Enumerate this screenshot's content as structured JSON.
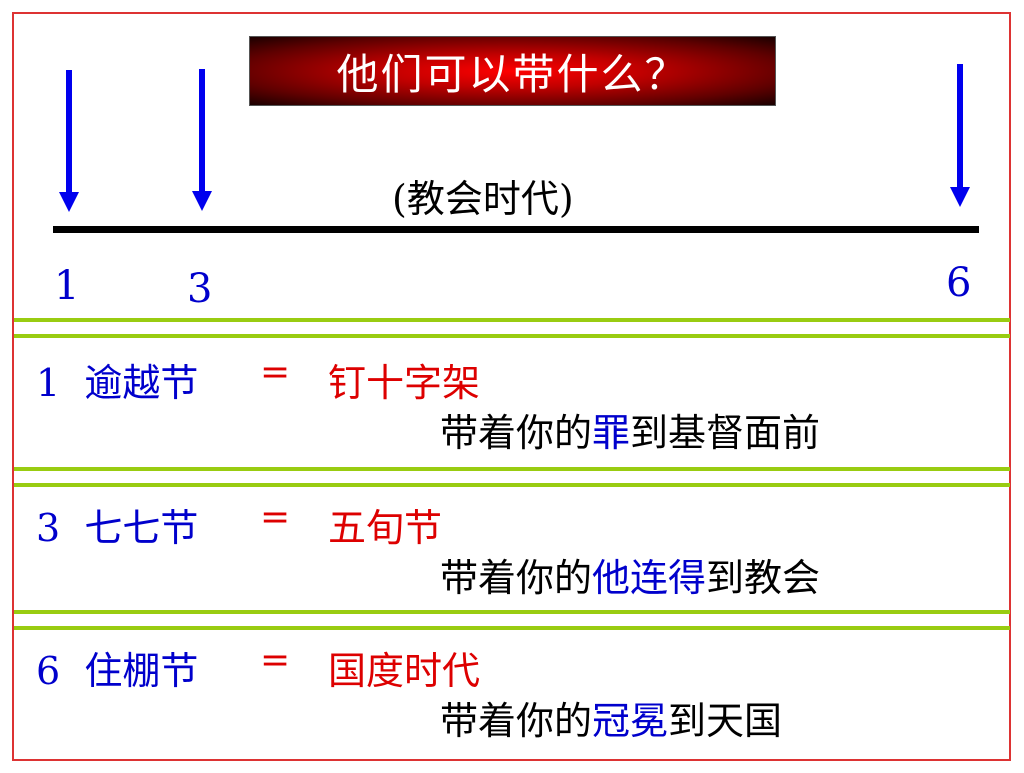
{
  "slide": {
    "title": "他们可以带什么？",
    "era_label": "(教会时代)",
    "timeline_markers": [
      "1",
      "3",
      "6"
    ],
    "colors": {
      "frame": "#dd3333",
      "divider": "#99cc11",
      "arrow": "#0000ee",
      "festival_text": "#0000cc",
      "meaning_text": "#dd0000",
      "title_bg": "#ff0000"
    },
    "rows": [
      {
        "festival": "1  逾越节",
        "equals": "=",
        "meaning": "钉十字架",
        "detail_pre": "带着你的",
        "detail_highlight": "罪",
        "detail_post": "到基督面前"
      },
      {
        "festival": "3  七七节",
        "equals": "=",
        "meaning": "五旬节",
        "detail_pre": "带着你的",
        "detail_highlight": "他连得",
        "detail_post": "到教会"
      },
      {
        "festival": "6  住棚节",
        "equals": "=",
        "meaning": "国度时代",
        "detail_pre": "带着你的",
        "detail_highlight": "冠冕",
        "detail_post": "到天国"
      }
    ]
  }
}
